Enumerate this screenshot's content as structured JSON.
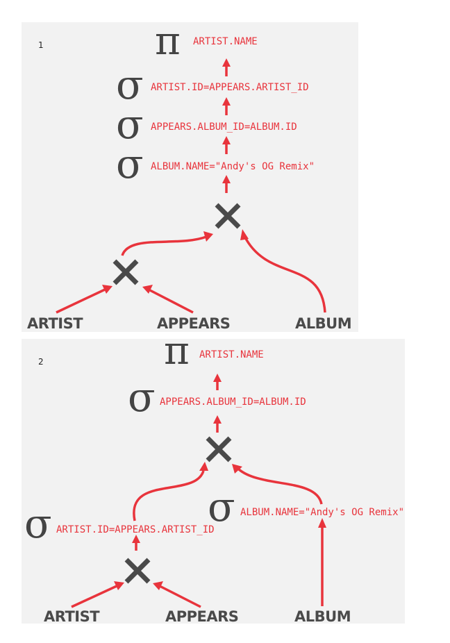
{
  "diagrams": [
    {
      "number": "1",
      "projection": {
        "symbol": "π",
        "label": "ARTIST.NAME"
      },
      "selections": [
        {
          "symbol": "σ",
          "label": "ARTIST.ID=APPEARS.ARTIST_ID"
        },
        {
          "symbol": "σ",
          "label": "APPEARS.ALBUM_ID=ALBUM.ID"
        },
        {
          "symbol": "σ",
          "label": "ALBUM.NAME=\"Andy's OG Remix\""
        }
      ],
      "tables": [
        "ARTIST",
        "APPEARS",
        "ALBUM"
      ]
    },
    {
      "number": "2",
      "projection": {
        "symbol": "π",
        "label": "ARTIST.NAME"
      },
      "selections": [
        {
          "symbol": "σ",
          "label": "APPEARS.ALBUM_ID=ALBUM.ID"
        },
        {
          "symbol": "σ",
          "label": "ALBUM.NAME=\"Andy's OG Remix\""
        },
        {
          "symbol": "σ",
          "label": "ARTIST.ID=APPEARS.ARTIST_ID"
        }
      ],
      "tables": [
        "ARTIST",
        "APPEARS",
        "ALBUM"
      ]
    }
  ],
  "colors": {
    "arrow": "#e8343c",
    "operator": "#444444",
    "panel": "#f2f2f2"
  }
}
